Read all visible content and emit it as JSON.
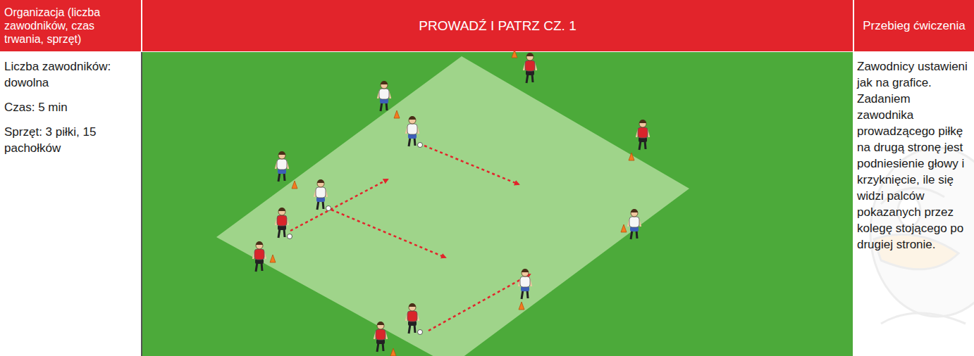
{
  "diagram": {
    "nodes": [
      {
        "text": [
          "Organizacja (liczba zawodników, czas trwania, sprzęt)"
        ]
      },
      {
        "text": [
          "PROWADŹ I PATRZ CZ. 1"
        ]
      },
      {
        "text": [
          "Przebieg ćwiczenia"
        ]
      }
    ],
    "labels": [
      "Liczba zawodników: dowolna",
      "Czas: 5 min",
      "Sprzęt: 3 piłki, 15 pachołków",
      "Zawodnicy ustawieni jak na grafice. Zadaniem zawodnika prowadzącego piłkę na drugą stronę jest podniesienie głowy i krzyknięcie, ile się widzi palców pokazanych przez kolegę stojącego po drugiej stronie."
    ]
  }
}
